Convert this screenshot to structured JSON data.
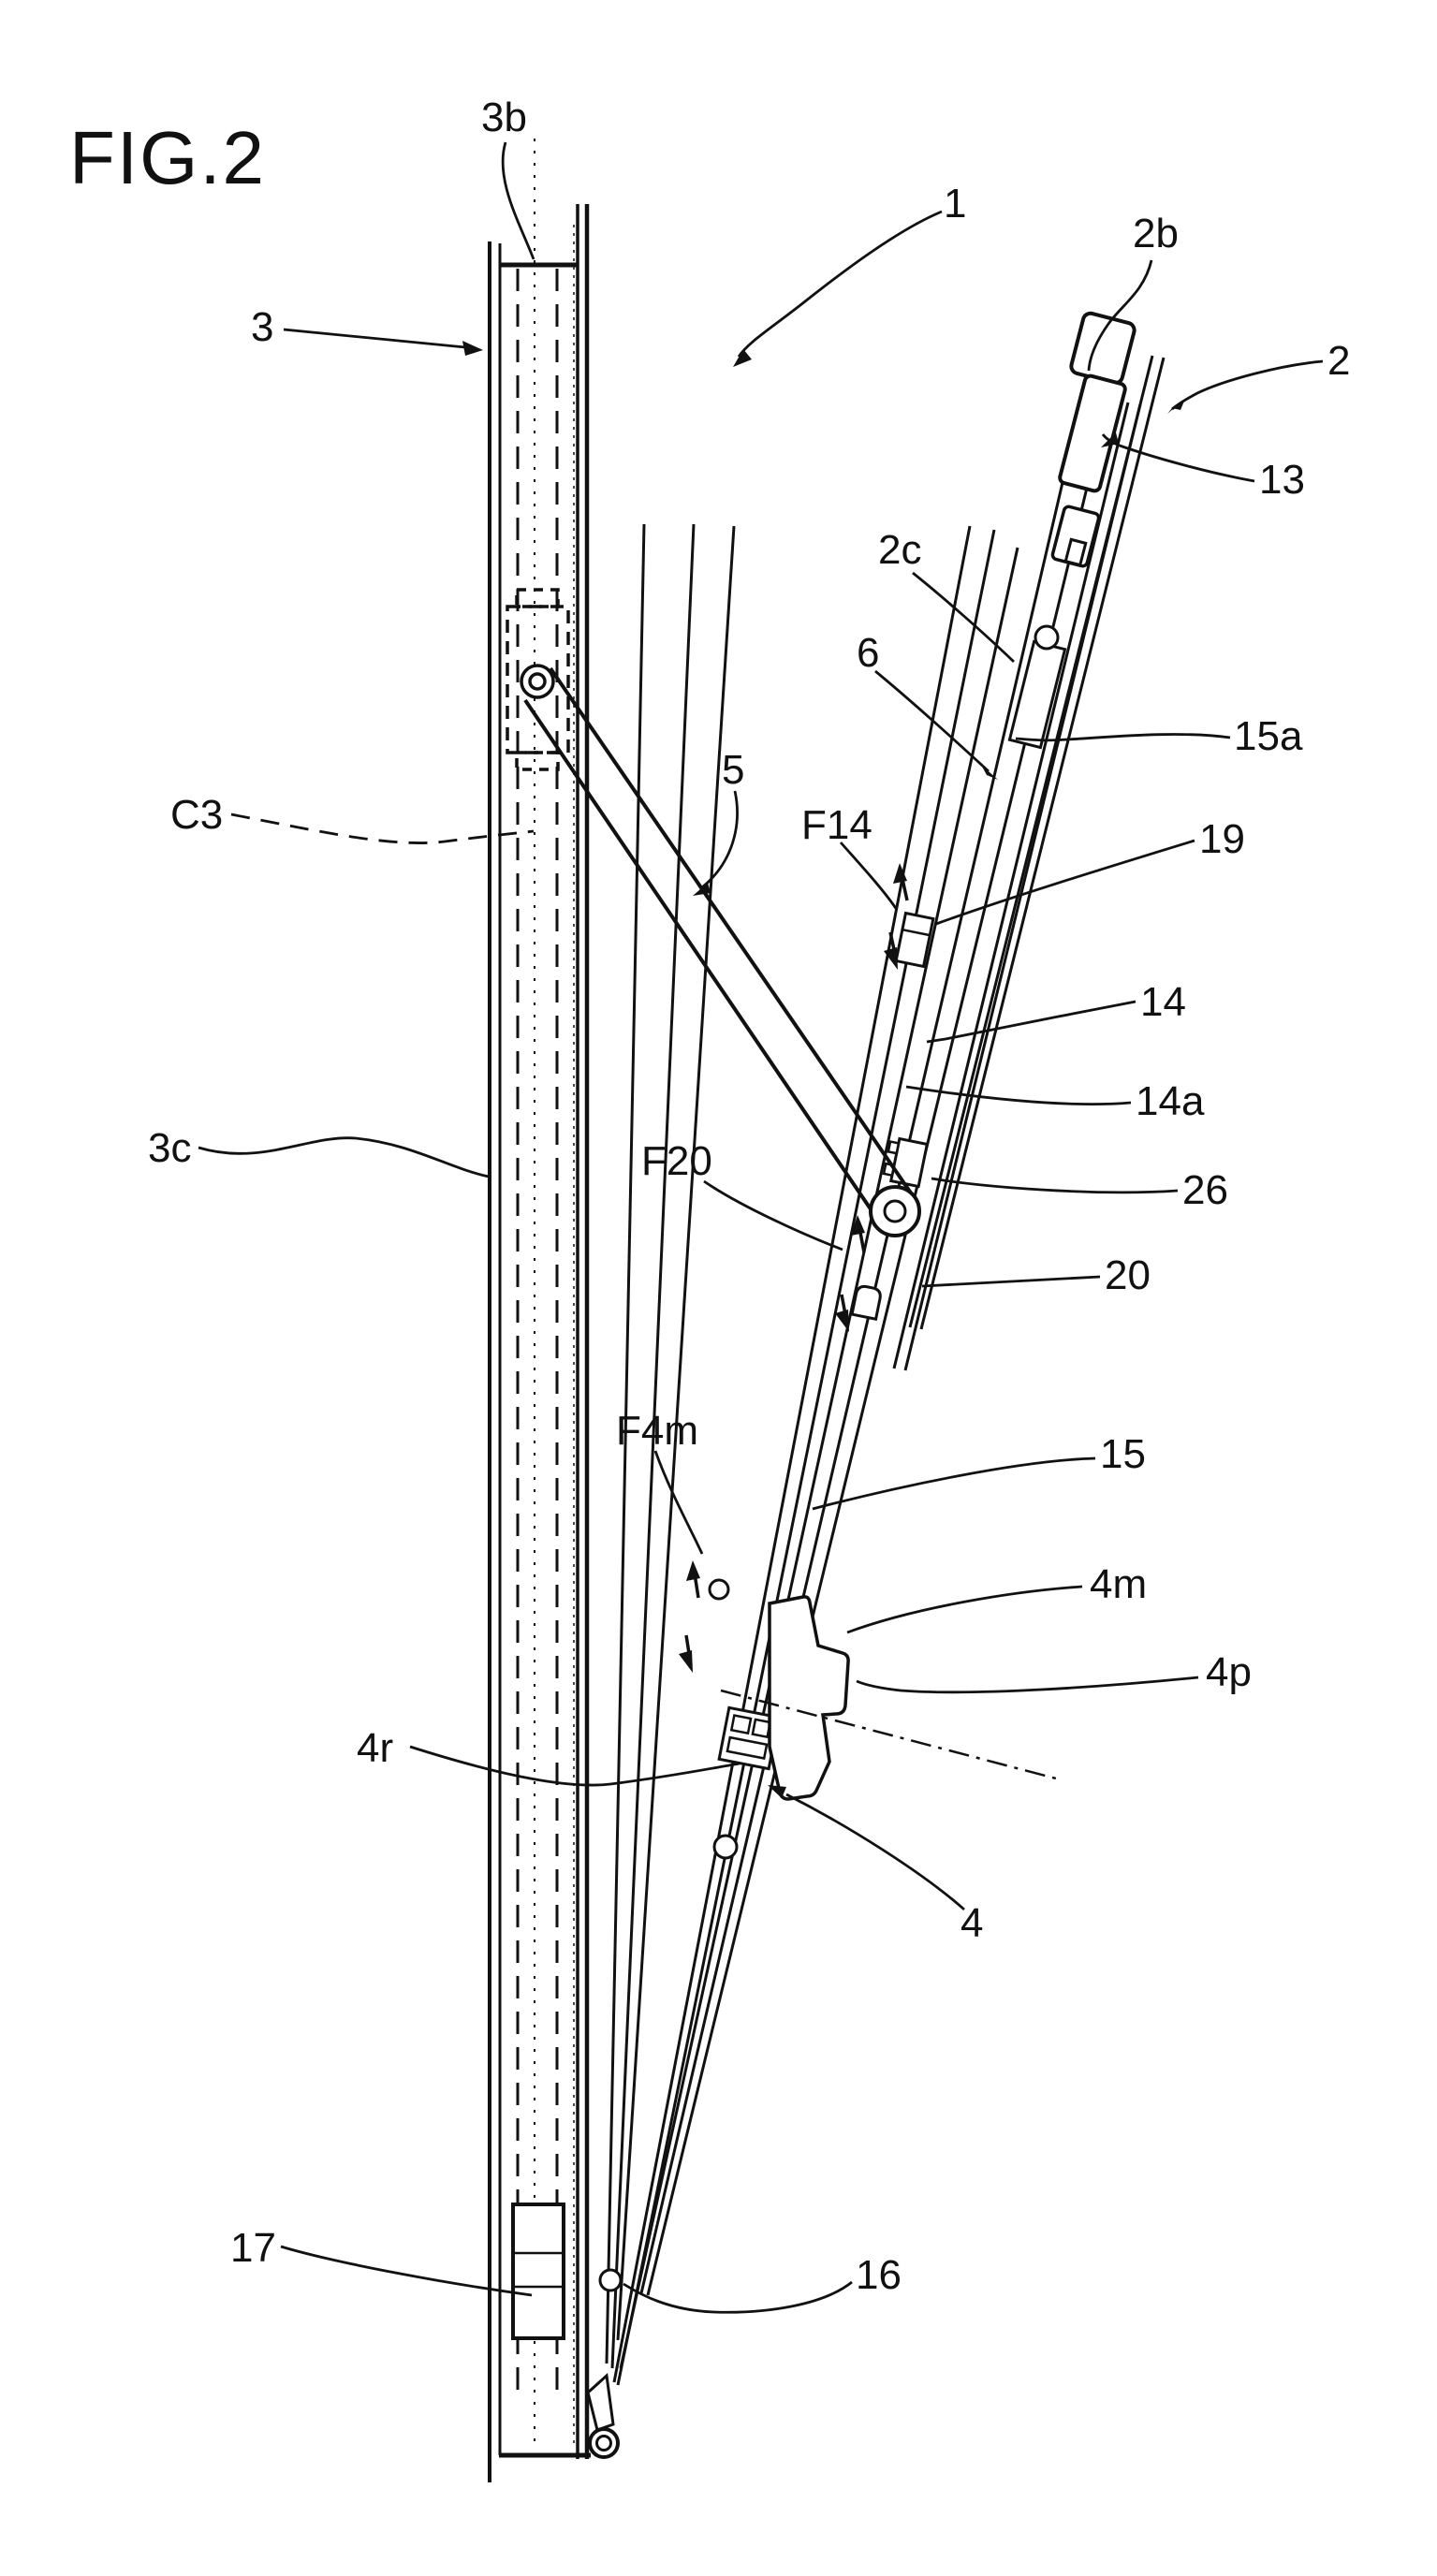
{
  "figure": {
    "title": "FIG.2",
    "type": "patent-line-drawing"
  },
  "colors": {
    "ink": "#111111",
    "background": "#ffffff"
  },
  "labels": [
    {
      "id": "fig-title",
      "text": "FIG.2"
    },
    {
      "id": "ref-3b",
      "text": "3b"
    },
    {
      "id": "ref-3",
      "text": "3"
    },
    {
      "id": "ref-1",
      "text": "1"
    },
    {
      "id": "ref-2b",
      "text": "2b"
    },
    {
      "id": "ref-2",
      "text": "2"
    },
    {
      "id": "ref-13",
      "text": "13"
    },
    {
      "id": "ref-2c",
      "text": "2c"
    },
    {
      "id": "ref-6",
      "text": "6"
    },
    {
      "id": "ref-15a",
      "text": "15a"
    },
    {
      "id": "ref-F14",
      "text": "F14"
    },
    {
      "id": "ref-19",
      "text": "19"
    },
    {
      "id": "ref-5",
      "text": "5"
    },
    {
      "id": "ref-C3",
      "text": "C3"
    },
    {
      "id": "ref-14",
      "text": "14"
    },
    {
      "id": "ref-14a",
      "text": "14a"
    },
    {
      "id": "ref-26",
      "text": "26"
    },
    {
      "id": "ref-20",
      "text": "20"
    },
    {
      "id": "ref-F20",
      "text": "F20"
    },
    {
      "id": "ref-3c",
      "text": "3c"
    },
    {
      "id": "ref-F4m",
      "text": "F4m"
    },
    {
      "id": "ref-15",
      "text": "15"
    },
    {
      "id": "ref-4m",
      "text": "4m"
    },
    {
      "id": "ref-4p",
      "text": "4p"
    },
    {
      "id": "ref-4r",
      "text": "4r"
    },
    {
      "id": "ref-4",
      "text": "4"
    },
    {
      "id": "ref-17",
      "text": "17"
    },
    {
      "id": "ref-16",
      "text": "16"
    }
  ]
}
